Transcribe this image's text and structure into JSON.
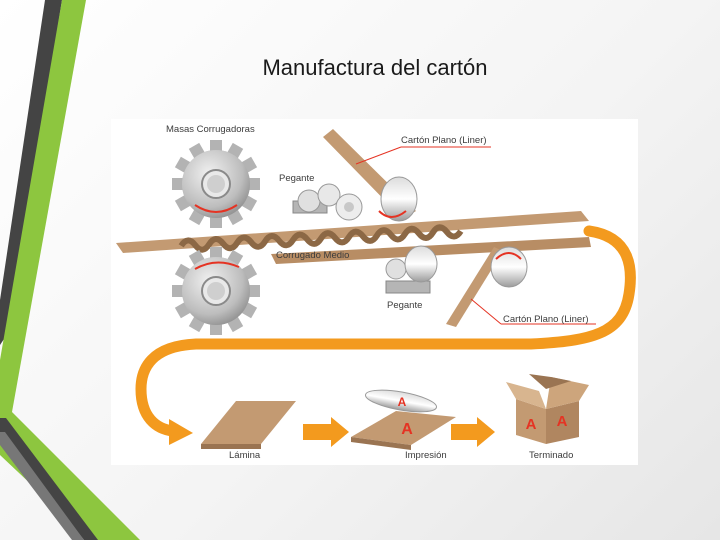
{
  "slide": {
    "title": "Manufactura del cartón"
  },
  "diagram": {
    "labels": {
      "masas_corrugadoras": "Masas Corrugadoras",
      "carton_plano_top": "Cartón Plano (Liner)",
      "pegante_top": "Pegante",
      "corrugado_medio": "Corrugado Medio",
      "pegante_bottom": "Pegante",
      "carton_plano_bottom": "Cartón Plano (Liner)",
      "lamina": "Lámina",
      "impresion": "Impresión",
      "terminado": "Terminado"
    },
    "print_letter": "A",
    "colors": {
      "accent_green": "#8dc63f",
      "dark_gray": "#3f3f3f",
      "arrow_orange": "#f39a1e",
      "cardboard": "#c39a72",
      "print_red": "#e53323",
      "gear_gray": "#b5b5b5"
    }
  }
}
